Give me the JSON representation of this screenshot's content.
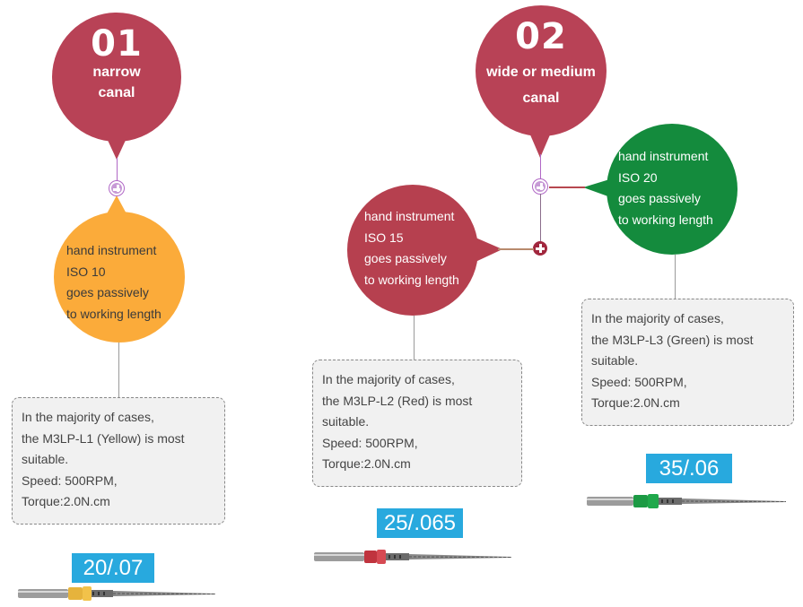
{
  "steps": [
    {
      "number": "01",
      "title_lines": [
        "narrow",
        "canal"
      ],
      "hand": [
        "hand instrument",
        "ISO 10",
        "goes passively",
        "to working length"
      ],
      "info": [
        "In the majority of cases,",
        "the M3LP-L1 (Yellow) is most",
        "suitable.",
        "Speed: 500RPM,",
        "Torque:2.0N.cm"
      ],
      "size": "20/.07"
    },
    {
      "number": "02",
      "title_lines": [
        "wide or medium",
        "canal"
      ],
      "hand_a": [
        "hand instrument",
        "ISO 15",
        "goes passively",
        "to working length"
      ],
      "info_a": [
        "In the majority of cases,",
        "the M3LP-L2 (Red) is most",
        "suitable.",
        "Speed: 500RPM,",
        "Torque:2.0N.cm"
      ],
      "size_a": "25/.065",
      "hand_b": [
        "hand instrument",
        "ISO 20",
        "goes passively",
        "to working length"
      ],
      "info_b": [
        "In the majority of cases,",
        "the M3LP-L3 (Green) is most",
        "suitable.",
        "Speed: 500RPM,",
        "Torque:2.0N.cm"
      ],
      "size_b": "35/.06"
    }
  ],
  "colors": {
    "header_bubble": "#b84256",
    "yellow": "#fbab3a",
    "red": "#b6404f",
    "green": "#148b3d",
    "size_badge": "#28a9de"
  },
  "icons": [
    "plus-circle-icon",
    "endodontic-file-icon"
  ]
}
